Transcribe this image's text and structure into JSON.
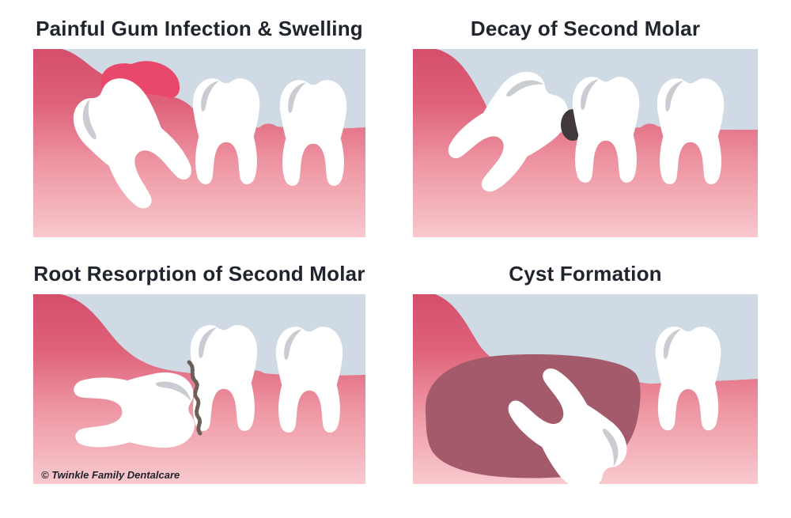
{
  "panels": [
    {
      "key": "gum_infection",
      "title": "Painful Gum Infection & Swelling"
    },
    {
      "key": "decay",
      "title": "Decay of Second Molar"
    },
    {
      "key": "root_resorption",
      "title": "Root Resorption of Second Molar"
    },
    {
      "key": "cyst",
      "title": "Cyst Formation"
    }
  ],
  "copyright": "© Twinkle Family Dentalcare",
  "colors": {
    "page_background": "#ffffff",
    "sky": "#cfdae4",
    "gum_dark": "#d54e6c",
    "gum_rose": "#de6079",
    "gum_mid": "#ee97a4",
    "gum_light": "#f8c8cd",
    "swelling": "#e8486b",
    "cyst": "#a35a6b",
    "decay": "#3f3939",
    "resorption_line": "#6b5e55",
    "tooth": "#ffffff",
    "tooth_shading": "#c9ccd0",
    "title_text": "#20242c"
  }
}
